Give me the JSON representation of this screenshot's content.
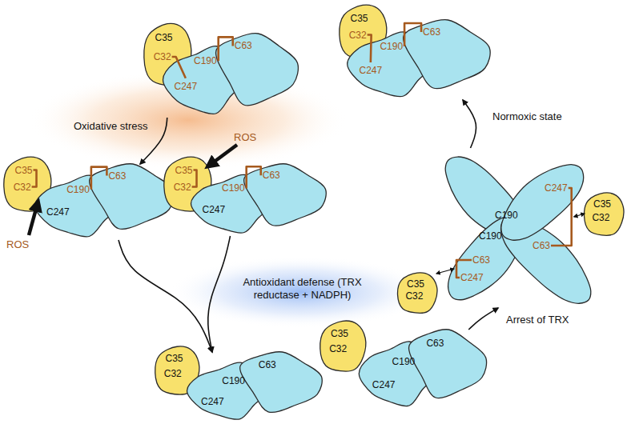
{
  "diagram": {
    "nodes": [
      {
        "text": [
          "C35",
          "C32"
        ]
      },
      {
        "text": [
          "C190",
          "C63",
          "C247"
        ]
      },
      {
        "text": [
          "C35",
          "C32"
        ]
      },
      {
        "text": [
          "C190",
          "C63",
          "C247"
        ]
      },
      {
        "text": [
          "C35",
          "C32"
        ]
      },
      {
        "text": [
          "C190",
          "C63",
          "C247"
        ]
      },
      {
        "text": [
          "C35",
          "C32"
        ]
      },
      {
        "text": [
          "C190",
          "C63",
          "C247"
        ]
      },
      {
        "text": [
          "C247",
          "C190",
          "C190",
          "C63",
          "C63",
          "C247"
        ]
      },
      {
        "text": [
          "C35",
          "C32"
        ]
      },
      {
        "text": [
          "C35",
          "C32"
        ]
      },
      {
        "text": [
          "C35",
          "C32"
        ]
      },
      {
        "text": [
          "C63",
          "C190",
          "C247"
        ]
      },
      {
        "text": [
          "C35",
          "C32"
        ]
      },
      {
        "text": [
          "C63",
          "C190",
          "C247"
        ]
      }
    ],
    "edges": [
      {
        "from": 1,
        "to": 5,
        "arrow": "to"
      },
      {
        "from": 5,
        "to": 12,
        "arrow": "to"
      },
      {
        "from": 7,
        "to": 12,
        "arrow": "to"
      },
      {
        "from": 14,
        "to": 8,
        "arrow": "to"
      },
      {
        "from": 8,
        "to": 3,
        "arrow": "to"
      }
    ],
    "labels": [
      "Oxidative stress",
      "ROS",
      "ROS",
      "Antioxidant defense (TRX reductase + NADPH)",
      "Normoxic state",
      "Arrest of TRX"
    ]
  }
}
